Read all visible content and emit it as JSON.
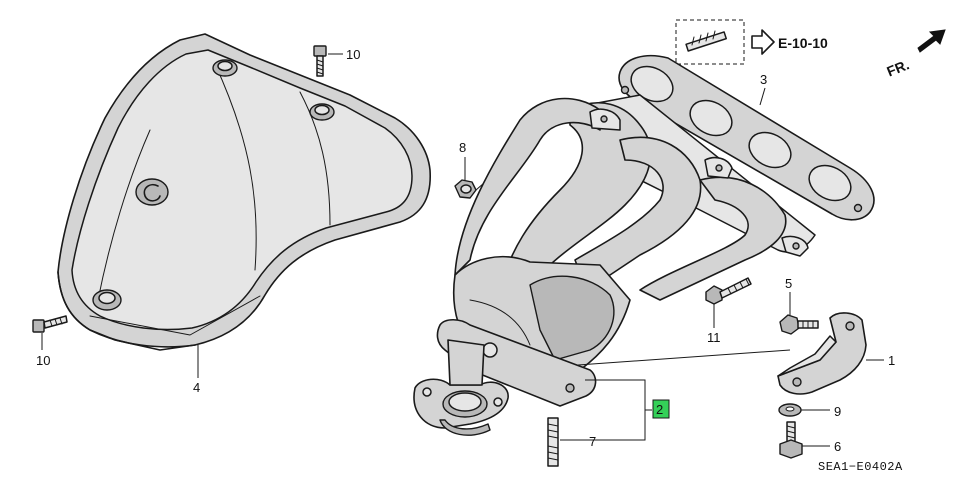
{
  "diagram": {
    "callouts": [
      {
        "id": "heat-shield-label",
        "text": "4"
      },
      {
        "id": "bolt-top-label",
        "text": "10"
      },
      {
        "id": "bolt-left-label",
        "text": "10"
      },
      {
        "id": "nut-label",
        "text": "8"
      },
      {
        "id": "gasket-label",
        "text": "3"
      },
      {
        "id": "stud-label",
        "text": "7"
      },
      {
        "id": "manifold-label",
        "text": "2"
      },
      {
        "id": "stay-label",
        "text": "1"
      },
      {
        "id": "bolt-stay-label",
        "text": "5"
      },
      {
        "id": "washer-label",
        "text": "9"
      },
      {
        "id": "bolt-bottom-label",
        "text": "6"
      },
      {
        "id": "bolt-mid-label",
        "text": "11"
      }
    ],
    "reference": "E-10-10",
    "front_marker": "FR.",
    "diagram_code": "SEA1−E0402A",
    "highlight_color": "#34d058"
  }
}
